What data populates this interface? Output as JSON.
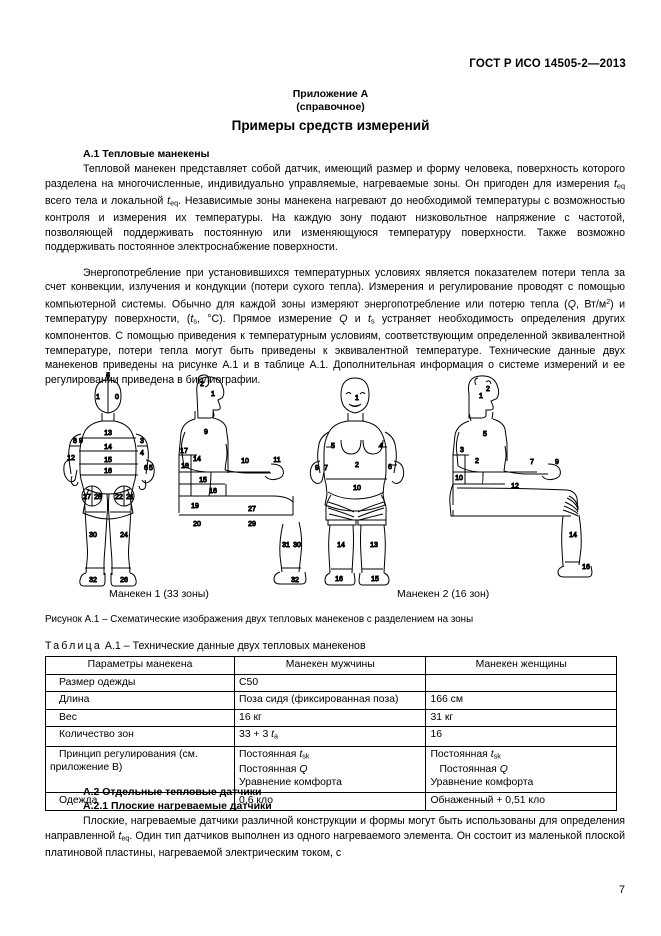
{
  "header": {
    "standard_ref": "ГОСТ Р ИСО 14505-2—2013"
  },
  "annex": {
    "line1": "Приложение А",
    "line2": "(справочное)",
    "title": "Примеры средств измерений"
  },
  "sections": {
    "a1_heading": "А.1 Тепловые манекены",
    "a1_para1": "Тепловой манекен представляет собой датчик, имеющий размер и форму человека, поверхность которого разделена на многочисленные, индивидуально управляемые, нагреваемые зоны. Он пригоден для измерения tₑq всего тела и локальной tₑq. Независимые зоны манекена нагревают до необходимой температуры с возможностью контроля и измерения их температуры. На каждую зону подают низковольтное напряжение с частотой, позволяющей поддерживать постоянную или изменяющуюся температуру поверхности. Также возможно поддерживать постоянное электроснабжение поверхности.",
    "a1_para2": "Энергопотребление при установившихся температурных условиях является показателем потери тепла за счет конвекции, излучения и кондукции (потери сухого тепла). Измерения и регулирование проводят с помощью компьютерной системы. Обычно для каждой зоны измеряют энергопотребление или потерю тепла (Q, Вт/м2) и температуру поверхности, (ts, °С). Прямое измерение Q и ts устраняет необходимость определения других компонентов. С помощью приведения к температурным условиям, соответствующим определенной эквивалентной температуре, потери тепла могут быть приведены к эквивалентной температуре. Технические данные двух манекенов приведены на рисунке А.1 и в таблице А.1. Дополнительная информация о системе измерений и ее регулировании приведена в библиографии.",
    "a2_heading": "А.2 Отдельные тепловые датчики",
    "a21_heading": "А.2.1 Плоские нагреваемые датчики",
    "a21_para": "Плоские, нагреваемые датчики различной конструкции и формы могут быть использованы для определения направленной tₑq. Один тип датчиков выполнен из одного нагреваемого элемента. Он состоит из маленькой плоской платиновой пластины, нагреваемой электрическим током, с"
  },
  "figure": {
    "caption_mannequin1": "Манекен 1 (33 зоны)",
    "caption_mannequin2": "Манекен 2 (16 зон)",
    "figure_title": "Рисунок А.1 – Схематические изображения двух тепловых манекенов с разделением на зоны",
    "mannequin1_front_zones": [
      "2",
      "1",
      "0",
      "13",
      "8",
      "9",
      "3",
      "12",
      "14",
      "4",
      "15",
      "5",
      "6",
      "16",
      "27",
      "28",
      "22",
      "21",
      "30",
      "24",
      "32",
      "26"
    ],
    "mannequin1_side_zones": [
      "2",
      "1",
      "9",
      "17",
      "14",
      "10",
      "11",
      "18",
      "15",
      "16",
      "19",
      "27",
      "20",
      "29",
      "31",
      "30",
      "32"
    ],
    "mannequin2_front_zones": [
      "1",
      "5",
      "4",
      "9",
      "7",
      "2",
      "6",
      "10",
      "14",
      "13",
      "16",
      "15"
    ],
    "mannequin2_side_zones": [
      "1",
      "2",
      "5",
      "3",
      "7",
      "9",
      "10",
      "12",
      "14",
      "16"
    ]
  },
  "table": {
    "title_prefix": "Таблица",
    "title_rest": "А.1 – Технические данные двух тепловых манекенов",
    "headers": [
      "Параметры манекена",
      "Манекен мужчины",
      "Манекен женщины"
    ],
    "rows": [
      {
        "param": "Размер одежды",
        "male": "С50",
        "female": ""
      },
      {
        "param": "Длина",
        "male": "Поза сидя (фиксированная поза)",
        "female": "166 см"
      },
      {
        "param": "Вес",
        "male": "16 кг",
        "female": "31 кг"
      },
      {
        "param": "Количество зон",
        "male": "33 + 3 ta",
        "female": "16"
      },
      {
        "param": "Принцип регулирования (см. приложение В)",
        "male": "Постоянная tsk\nПостоянная Q\nУравнение комфорта",
        "female": "Постоянная tsk\nПостоянная Q\nУравнение комфорта"
      },
      {
        "param": "Одежда",
        "male": "0,6 кло",
        "female": "Обнаженный + 0,51 кло"
      }
    ]
  },
  "page_number": "7"
}
